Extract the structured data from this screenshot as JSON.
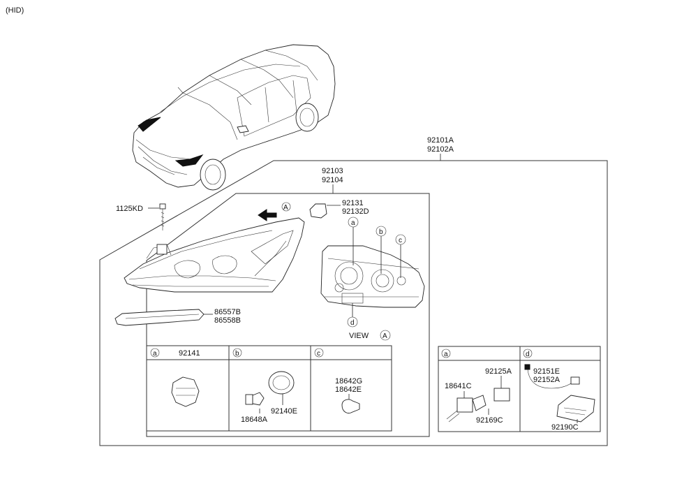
{
  "header": {
    "variant": "(HID)"
  },
  "labels": {
    "assembly": [
      "92101A",
      "92102A"
    ],
    "lamp": [
      "92103",
      "92104"
    ],
    "screw": "1125KD",
    "bracket": [
      "92131",
      "92132D"
    ],
    "bezel": [
      "86557B",
      "86558B"
    ],
    "view": "VIEW",
    "view_ref": "A",
    "arrow_ref": "A",
    "callouts": {
      "a": "a",
      "b": "b",
      "c": "c",
      "d": "d"
    }
  },
  "table_left": {
    "cells": [
      {
        "key": "a",
        "part": "92141"
      },
      {
        "key": "b",
        "parts": [
          "18648A",
          "92140E"
        ]
      },
      {
        "key": "c",
        "parts": [
          "18642G",
          "18642E"
        ]
      }
    ]
  },
  "table_right": {
    "cells": [
      {
        "key": "a",
        "parts": [
          "92125A",
          "18641C",
          "92169C"
        ]
      },
      {
        "key": "d",
        "parts": [
          "92151E",
          "92152A",
          "92190C"
        ]
      }
    ]
  }
}
